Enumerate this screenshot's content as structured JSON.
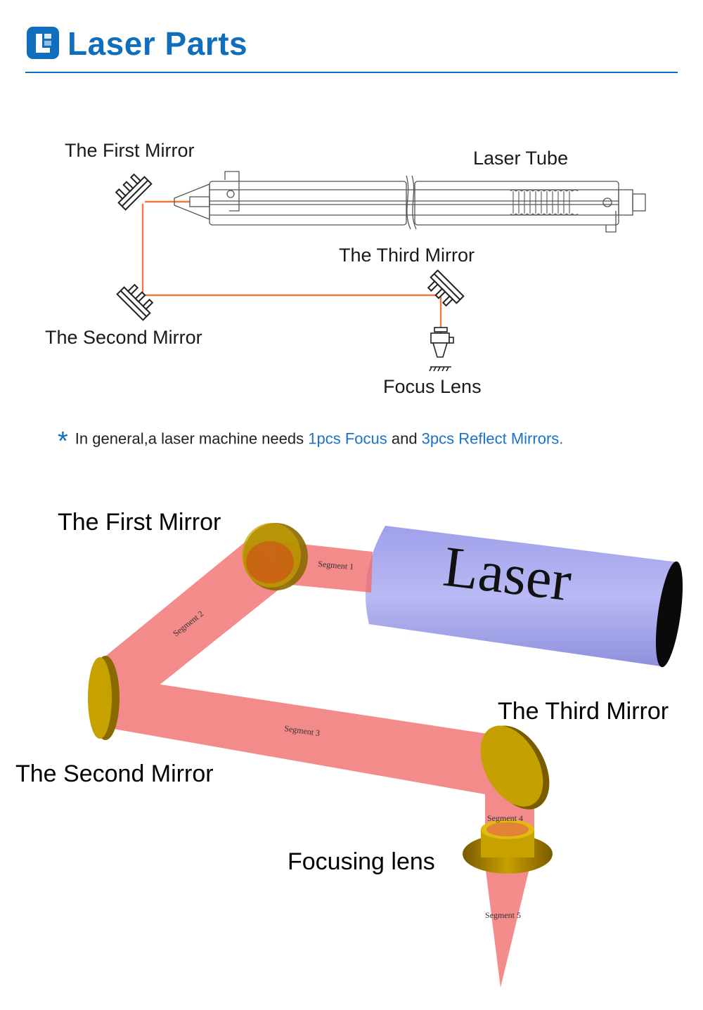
{
  "header": {
    "title": "Laser Parts",
    "logo_icon": "laser-brand-logo-icon",
    "accent_color": "#0f6fbd"
  },
  "diagram_top": {
    "first_mirror": "The First Mirror",
    "laser_tube": "Laser Tube",
    "third_mirror": "The Third Mirror",
    "second_mirror": "The Second Mirror",
    "focus_lens": "Focus Lens",
    "beam_color": "#f07a3c"
  },
  "note": {
    "prefix": "In general,a laser machine needs ",
    "highlight1": "1pcs Focus",
    "middle": " and ",
    "highlight2": "3pcs Reflect Mirrors."
  },
  "diagram_bottom": {
    "first_mirror": "The First Mirror",
    "second_mirror": "The Second Mirror",
    "third_mirror": "The Third Mirror",
    "focusing_lens": "Focusing lens",
    "laser_text": "Laser",
    "segments": [
      "Segment 1",
      "Segment 2",
      "Segment 3",
      "Segment 4",
      "Segment 5"
    ],
    "beam_color": "#f26b6b",
    "mirror_color": "#c9a300",
    "laser_body_color": "#a9a9ee"
  }
}
